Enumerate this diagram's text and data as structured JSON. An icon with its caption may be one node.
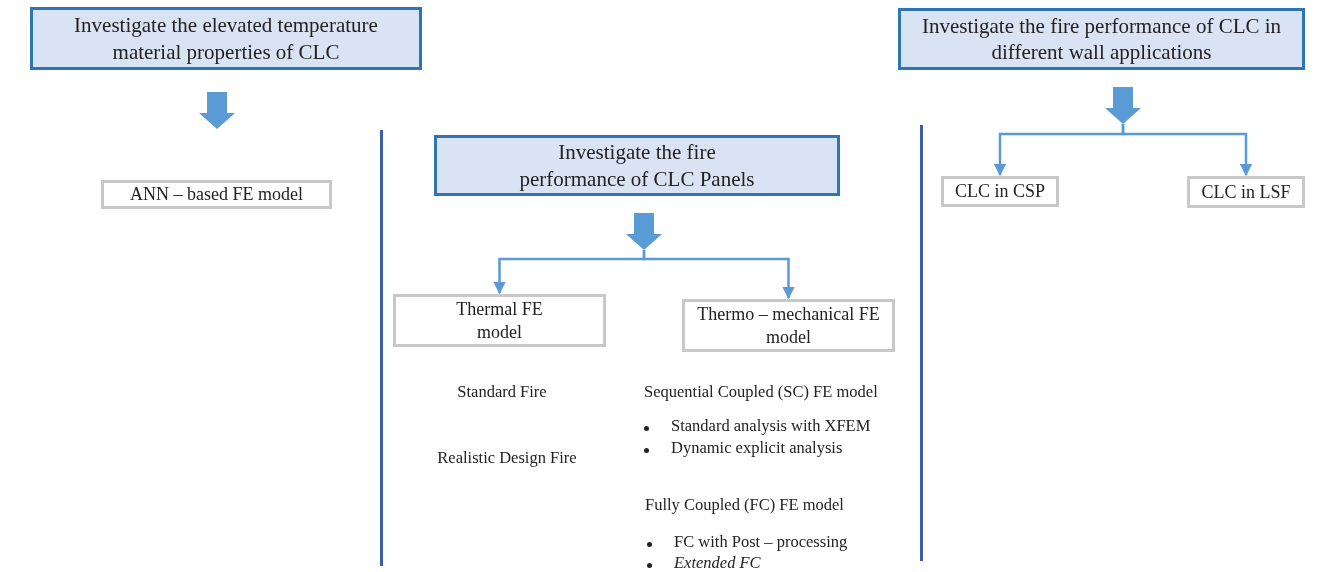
{
  "diagram": {
    "nodes": [
      {
        "text": [
          "Investigate the elevated temperature material properties of CLC"
        ]
      },
      {
        "text": [
          "ANN – based FE model"
        ]
      },
      {
        "text": [
          "Investigate the fire performance of CLC Panels"
        ]
      },
      {
        "text": [
          "Thermal FE model"
        ]
      },
      {
        "text": [
          "Thermo – mechanical FE model"
        ]
      },
      {
        "text": [
          "Investigate the fire performance of CLC in different wall applications"
        ]
      },
      {
        "text": [
          "CLC in CSP"
        ]
      },
      {
        "text": [
          "CLC in LSF"
        ]
      }
    ],
    "edges": [
      {
        "from": 0,
        "to": 1,
        "arrow": "to"
      },
      {
        "from": 2,
        "to": 3,
        "arrow": "to"
      },
      {
        "from": 2,
        "to": 4,
        "arrow": "to"
      },
      {
        "from": 5,
        "to": 6,
        "arrow": "to"
      },
      {
        "from": 5,
        "to": 7,
        "arrow": "to"
      }
    ],
    "labels": [
      "Standard Fire",
      "Realistic Design Fire",
      "Sequential Coupled (SC) FE model",
      "Standard analysis with XFEM",
      "Dynamic explicit analysis",
      "Fully Coupled (FC) FE model",
      "FC with Post – processing",
      "Extended FC"
    ]
  }
}
